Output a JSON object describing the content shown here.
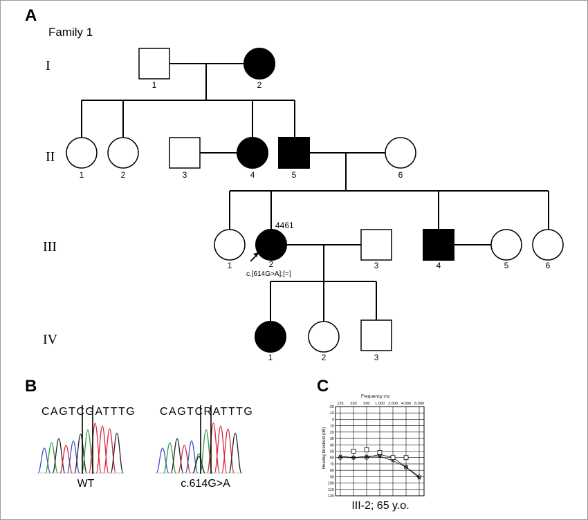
{
  "panelA": {
    "label": "A",
    "family": "Family 1",
    "generations": [
      "I",
      "II",
      "III",
      "IV"
    ],
    "ind": {
      "I1": "1",
      "I2": "2",
      "II1": "1",
      "II2": "2",
      "II3": "3",
      "II4": "4",
      "II5": "5",
      "II6": "6",
      "III1": "1",
      "III2": "2",
      "III3": "3",
      "III4": "4",
      "III5": "5",
      "III6": "6",
      "IV1": "1",
      "IV2": "2",
      "IV3": "3"
    },
    "proband_id": "4461",
    "proband_variant": "c.[614G>A];[=]"
  },
  "panelB": {
    "label": "B",
    "wt_seq": "CAGTCGATTTG",
    "mut_seq": "CAGTCRATTTG",
    "wt_label": "WT",
    "mut_label": "c.614G>A",
    "trace_colors": {
      "A": "#2e9e3e",
      "C": "#3a4fc9",
      "G": "#222222",
      "T": "#d9263a"
    }
  },
  "panelC": {
    "label": "C",
    "title": "Frequency",
    "title_unit": "(Hz)",
    "ylabel": "Hearing threshold (dB)",
    "freq_labels": [
      "125",
      "250",
      "500",
      "1,000",
      "2,000",
      "4,000",
      "8,000"
    ],
    "db_labels": [
      "-20",
      "-10",
      "0",
      "10",
      "20",
      "30",
      "40",
      "50",
      "60",
      "70",
      "80",
      "90",
      "100",
      "110",
      "120"
    ],
    "caption": "III-2; 65 y.o.",
    "chart_data": {
      "type": "line",
      "x": [
        125,
        250,
        500,
        1000,
        2000,
        4000,
        8000
      ],
      "ylim": [
        -20,
        120
      ],
      "y_inverted": true,
      "series": [
        {
          "values": [
            60,
            60,
            60,
            55,
            60,
            75,
            90
          ]
        },
        {
          "values": [
            58,
            60,
            58,
            58,
            65,
            75,
            92
          ]
        },
        {
          "values": [
            null,
            50,
            48,
            52,
            60,
            60,
            null
          ]
        }
      ]
    }
  }
}
